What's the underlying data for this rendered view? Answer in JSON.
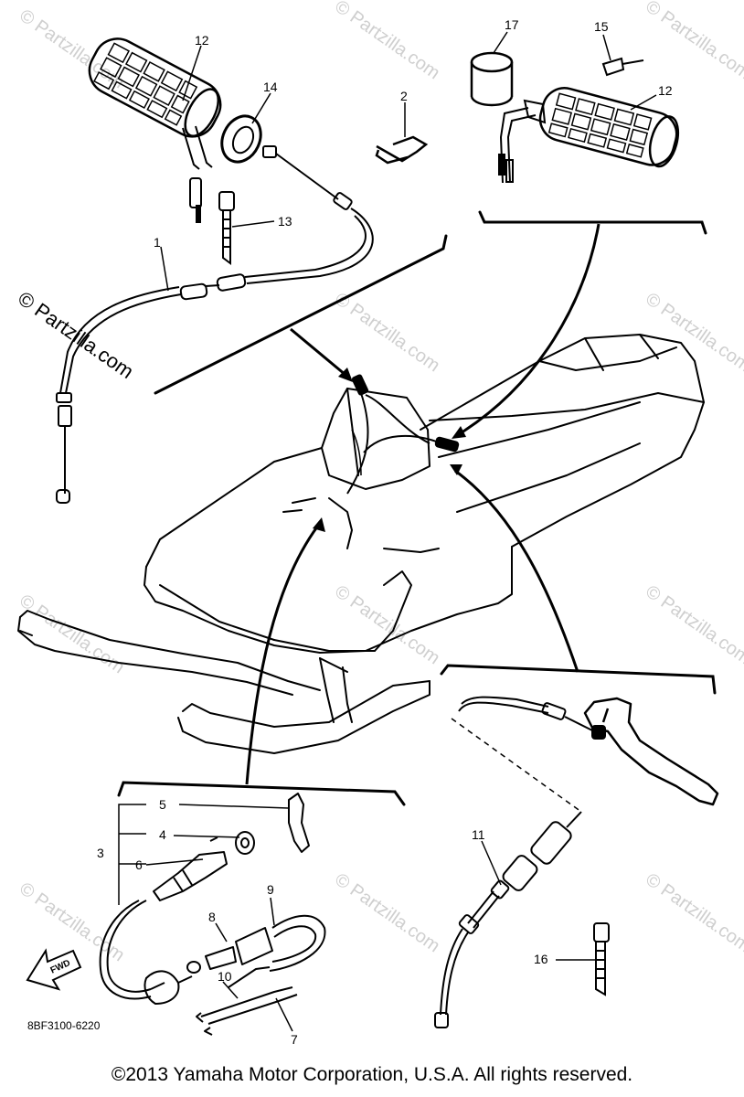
{
  "diagram": {
    "part_code": "8BF3100-6220",
    "direction_label": "FWD",
    "copyright": "©2013  Yamaha Motor Corporation, U.S.A. All rights reserved.",
    "watermark": "© Partzilla.com",
    "callouts": {
      "c1": "1",
      "c2": "2",
      "c3": "3",
      "c4": "4",
      "c5": "5",
      "c6": "6",
      "c7": "7",
      "c8": "8",
      "c9": "9",
      "c10": "10",
      "c11": "11",
      "c12a": "12",
      "c12b": "12",
      "c13": "13",
      "c14": "14",
      "c15": "15",
      "c16": "16",
      "c17": "17"
    }
  }
}
